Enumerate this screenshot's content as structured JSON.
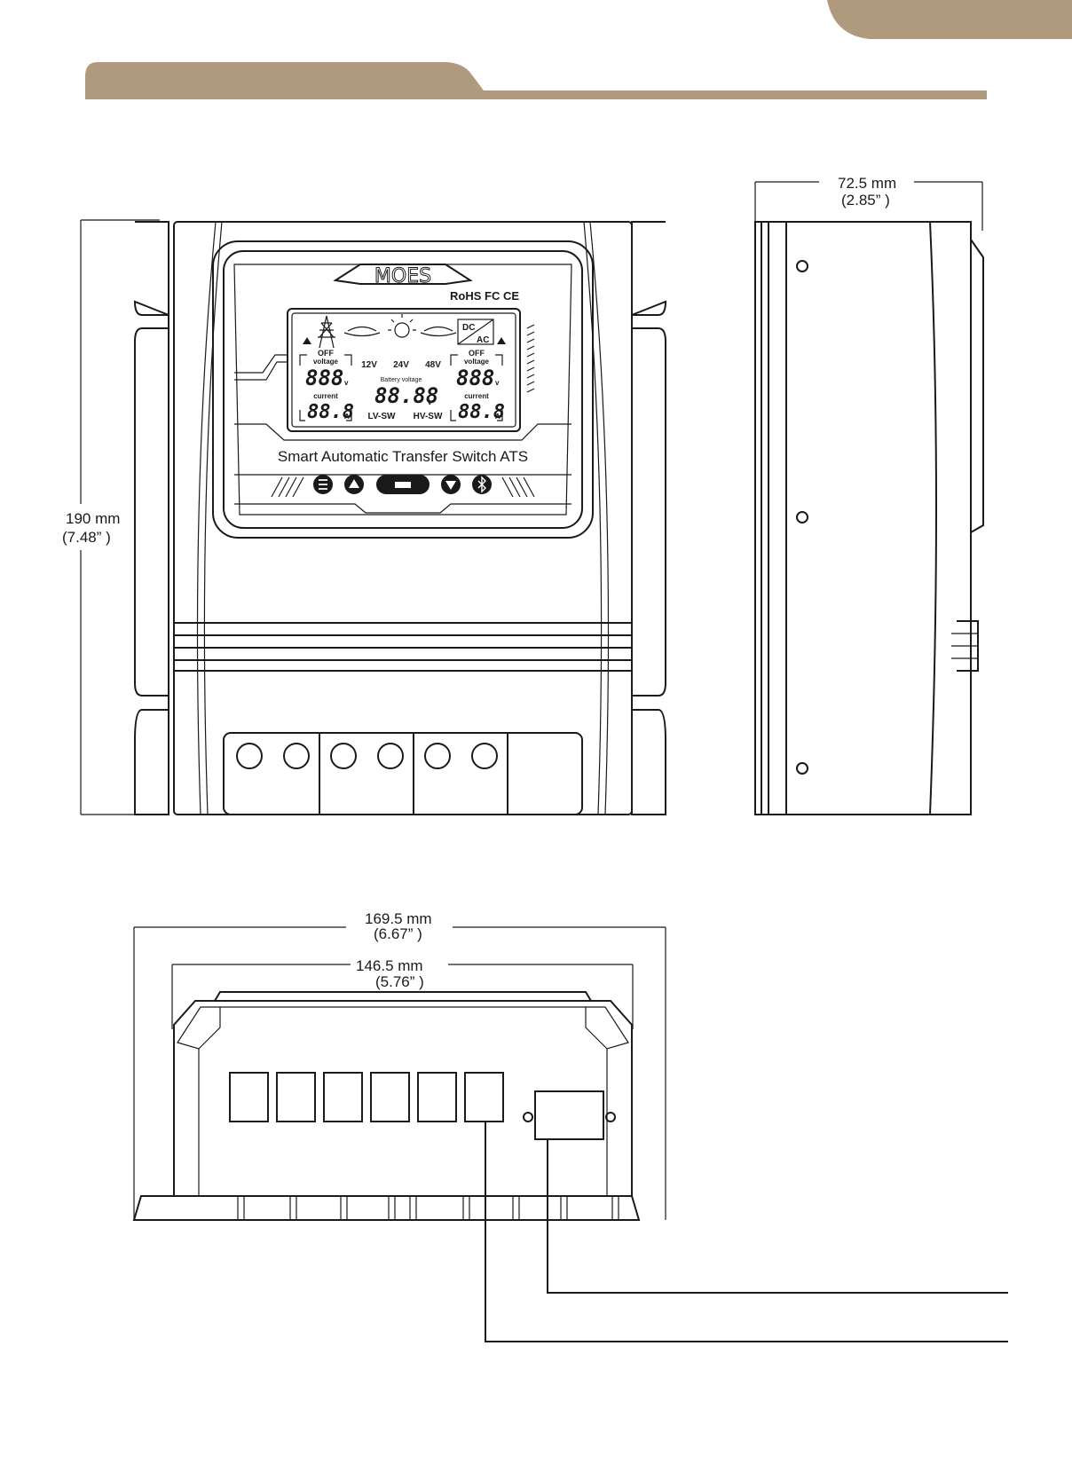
{
  "colors": {
    "accent": "#b09a7e",
    "line": "#1a1a1a",
    "background": "#ffffff"
  },
  "front_view": {
    "brand_logo": "MOES",
    "certifications": "RoHS FC CE",
    "product_title": "Smart Automatic Transfer Switch ATS",
    "lcd": {
      "left_off": "OFF",
      "left_voltage_label": "voltage",
      "left_voltage_value": "888",
      "left_voltage_unit": "v",
      "left_current_label": "current",
      "left_current_value": "88.8",
      "left_current_unit": "A",
      "mode_12v": "12V",
      "mode_24v": "24V",
      "mode_48v": "48V",
      "battery_voltage_label": "Battery voltage",
      "battery_voltage_value": "88.88",
      "battery_voltage_unit": "v",
      "lv_sw": "LV-SW",
      "hv_sw": "HV-SW",
      "dc_label": "DC",
      "ac_label": "AC",
      "right_off": "OFF",
      "right_voltage_label": "voltage",
      "right_voltage_value": "888",
      "right_voltage_unit": "v",
      "right_current_label": "current",
      "right_current_value": "88.8",
      "right_current_unit": "A"
    },
    "buttons": [
      "menu-icon",
      "up-arrow-icon",
      "enter-icon",
      "down-arrow-icon",
      "bluetooth-icon"
    ]
  },
  "dimensions": {
    "height_mm": "190 mm",
    "height_in": "(7.48” )",
    "depth_mm": "72.5 mm",
    "depth_in": "(2.85” )",
    "width_mm": "169.5 mm",
    "width_in": "(6.67” )",
    "inner_width_mm": "146.5 mm",
    "inner_width_in": "(5.76” )"
  }
}
